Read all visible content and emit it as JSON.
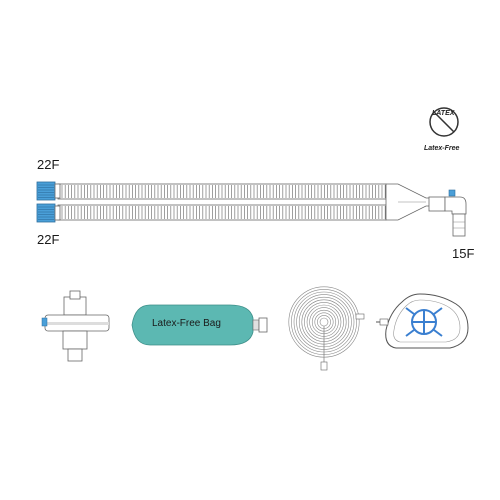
{
  "labels": {
    "port_top": "22F",
    "port_bottom": "22F",
    "elbow_port": "15F"
  },
  "badge": {
    "top_text": "LATEX",
    "bottom_text": "Latex-Free"
  },
  "bag": {
    "label": "Latex-Free Bag"
  },
  "colors": {
    "connector_blue": "#4a9fd8",
    "bag_teal": "#5cb8b2",
    "mask_blue": "#3a7fd0",
    "outline": "#555555"
  },
  "icons": [
    "no-latex-icon",
    "filter-icon",
    "breathing-bag-icon",
    "coiled-tube-icon",
    "face-mask-icon",
    "elbow-connector-icon"
  ]
}
